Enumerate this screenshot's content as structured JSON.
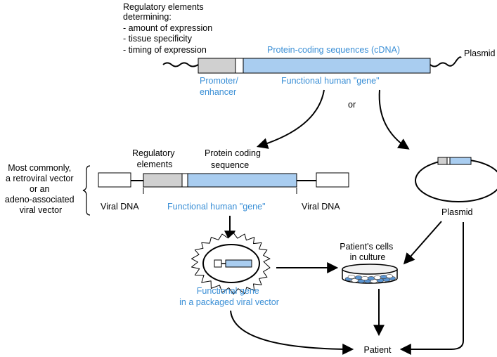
{
  "colors": {
    "text": "#000000",
    "blue_text": "#3a8fd6",
    "cdna_fill": "#a9cdf0",
    "promoter_fill": "#d0d0d0",
    "dish_cells_fill": "#5b95d2"
  },
  "top": {
    "regulatory_lines": [
      "Regulatory elements",
      "determining:",
      "- amount of expression",
      "- tissue specificity",
      "- timing of expression"
    ],
    "cdna_label": "Protein-coding sequences (cDNA)",
    "plasmid_label": "Plasmid",
    "promoter_lines": [
      "Promoter/",
      "enhancer"
    ],
    "functional_gene": "Functional human \"gene\"",
    "or_label": "or"
  },
  "vector": {
    "regulatory_lines": [
      "Regulatory",
      "elements"
    ],
    "protein_lines": [
      "Protein coding",
      "sequence"
    ],
    "note_lines": [
      "Most commonly,",
      "a retroviral vector",
      "or an",
      "adeno-associated",
      "viral vector"
    ],
    "viral_dna_left": "Viral DNA",
    "functional_gene": "Functional human \"gene\"",
    "viral_dna_right": "Viral DNA"
  },
  "plasmid_circle": {
    "label": "Plasmid"
  },
  "packaged": {
    "lines": [
      "Functional gene",
      "in a packaged viral vector"
    ]
  },
  "culture": {
    "lines": [
      "Patient's cells",
      "in culture"
    ]
  },
  "patient": {
    "label": "Patient"
  }
}
